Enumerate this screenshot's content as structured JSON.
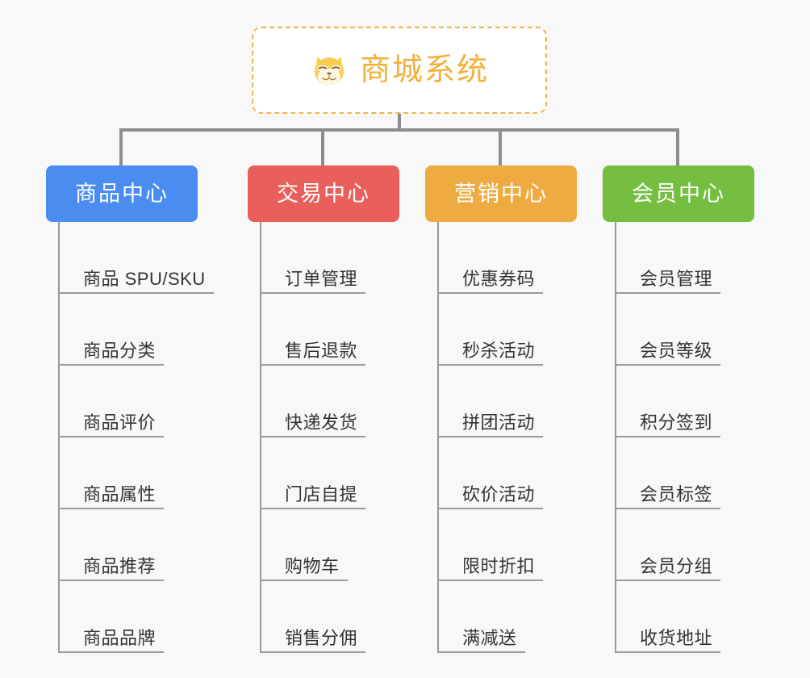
{
  "page": {
    "background_color": "#f8f8f8",
    "line_color": "#9a9a9a"
  },
  "root": {
    "title": "商城系统",
    "icon": "shiba-dog-face-emoji",
    "text_color": "#f2b03c",
    "border_color": "#f0b54a",
    "background_color": "#ffffff"
  },
  "categories": [
    {
      "label": "商品中心",
      "color": "#4a8cf0",
      "items": [
        "商品 SPU/SKU",
        "商品分类",
        "商品评价",
        "商品属性",
        "商品推荐",
        "商品品牌"
      ]
    },
    {
      "label": "交易中心",
      "color": "#e85f5b",
      "items": [
        "订单管理",
        "售后退款",
        "快递发货",
        "门店自提",
        "购物车",
        "销售分佣"
      ]
    },
    {
      "label": "营销中心",
      "color": "#edab42",
      "items": [
        "优惠券码",
        "秒杀活动",
        "拼团活动",
        "砍价活动",
        "限时折扣",
        "满减送"
      ]
    },
    {
      "label": "会员中心",
      "color": "#75be42",
      "items": [
        "会员管理",
        "会员等级",
        "积分签到",
        "会员标签",
        "会员分组",
        "收货地址"
      ]
    }
  ]
}
